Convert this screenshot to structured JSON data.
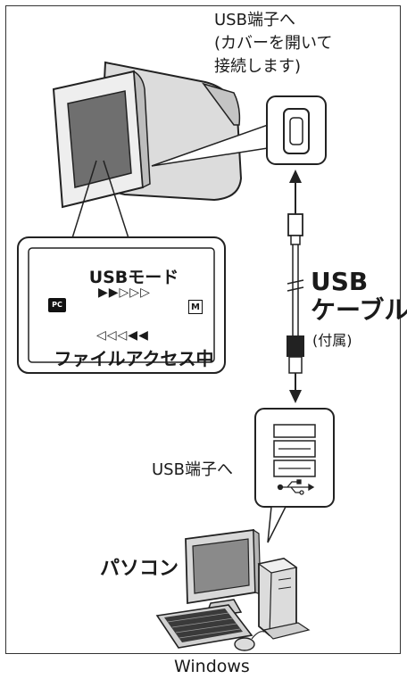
{
  "callouts": {
    "camera_usb_port": [
      "USB端子へ",
      "(カバーを開いて",
      "接続します)"
    ],
    "cable": [
      "USB",
      "ケーブル"
    ],
    "cable_note": "(付属)",
    "pc_usb_port": "USB端子へ",
    "pc": "パソコン",
    "os": "Windows"
  },
  "lcd": {
    "mode_title": "USBモード",
    "forward_arrows": "▶▶▷▷▷",
    "backward_arrows": "◁◁◁◀◀",
    "status": "ファイルアクセス中",
    "pc_icon_text": "PC",
    "memory_icon_text": "M"
  }
}
